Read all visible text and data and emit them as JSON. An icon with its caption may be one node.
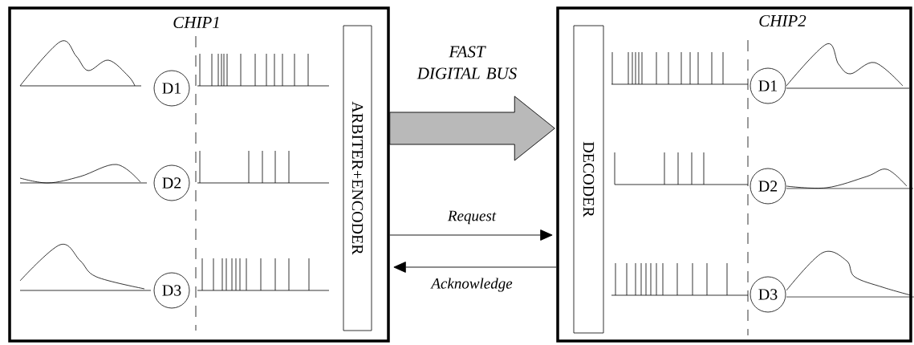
{
  "diagram": {
    "nodes": [
      {
        "text": [
          "CHIP1"
        ]
      },
      {
        "text": [
          "D1"
        ],
        "in": 0
      },
      {
        "text": [
          "D2"
        ],
        "in": 0
      },
      {
        "text": [
          "D3"
        ],
        "in": 0
      },
      {
        "text": [
          "ARBITER+ENCODER"
        ],
        "in": 0
      },
      {
        "text": [
          "CHIP2"
        ]
      },
      {
        "text": [
          "DECODER"
        ],
        "in": 5
      },
      {
        "text": [
          "D1"
        ],
        "in": 5
      },
      {
        "text": [
          "D2"
        ],
        "in": 5
      },
      {
        "text": [
          "D3"
        ],
        "in": 5
      }
    ],
    "edges": [
      {
        "from": 0,
        "to": 5,
        "arrow": "to",
        "label": "FAST DIGITAL BUS",
        "style": "thick"
      },
      {
        "from": 0,
        "to": 5,
        "arrow": "to",
        "label": "Request"
      },
      {
        "from": 5,
        "to": 0,
        "arrow": "to",
        "label": "Acknowledge"
      }
    ]
  }
}
